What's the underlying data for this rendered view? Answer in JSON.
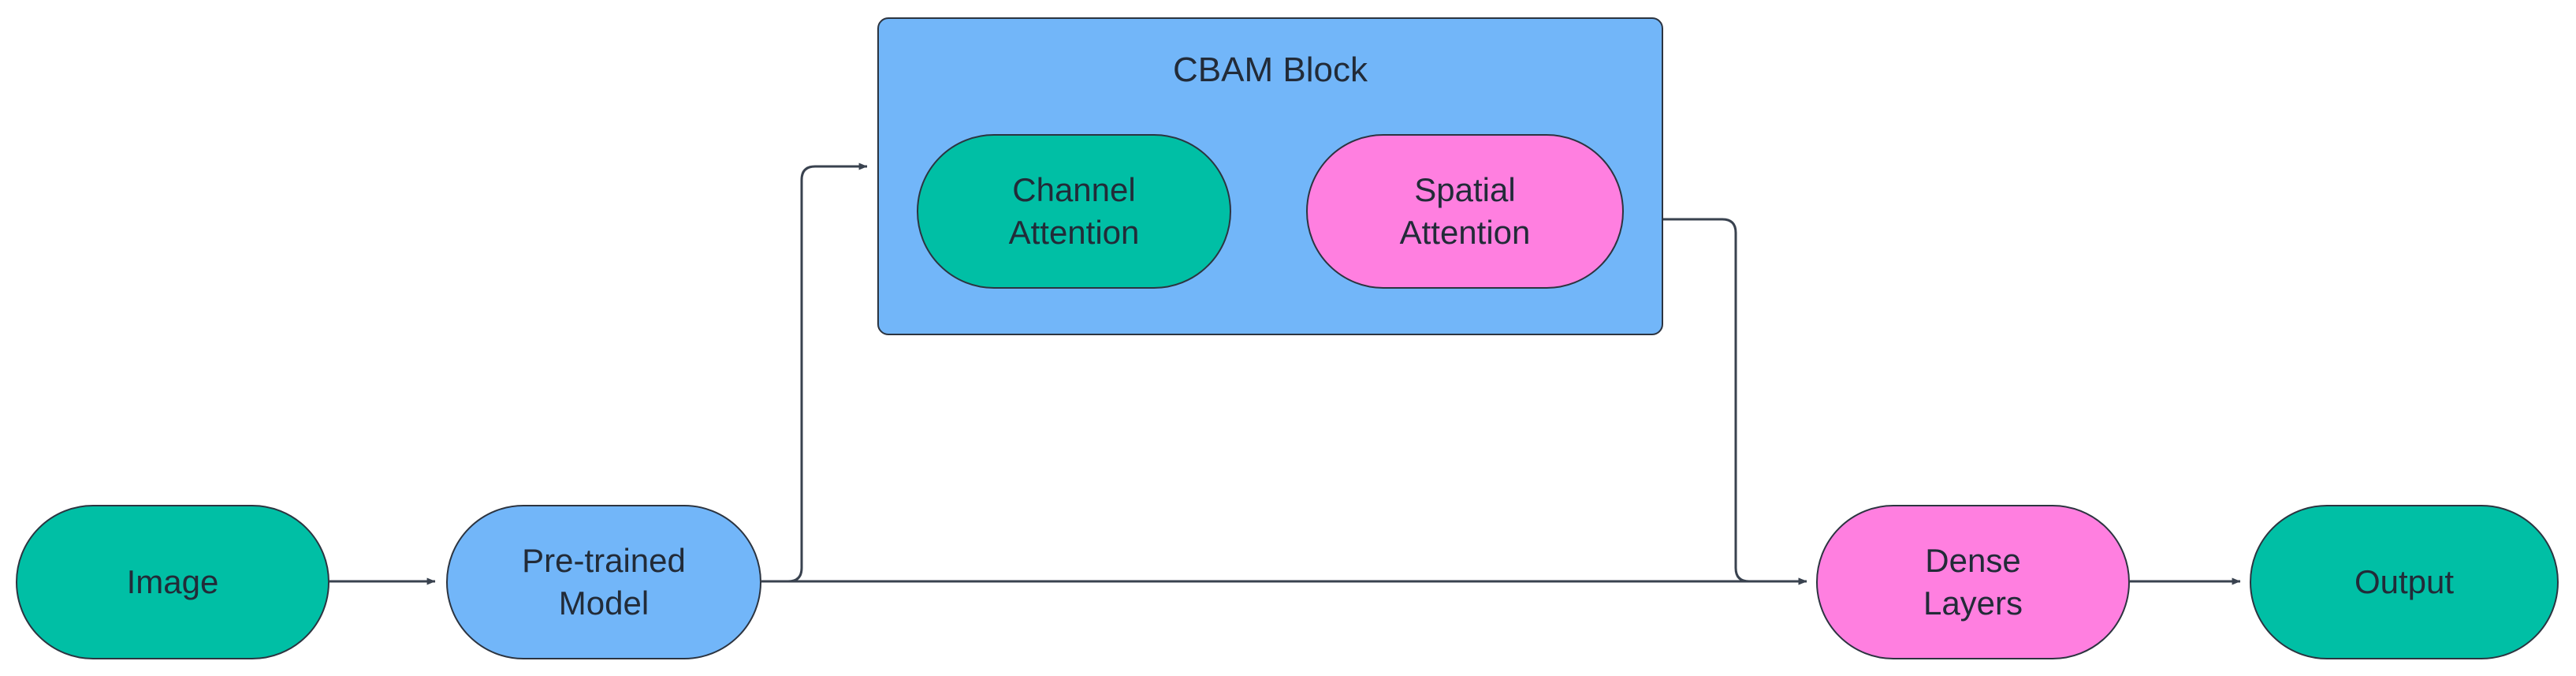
{
  "diagram": {
    "title": "CBAM attention model architecture flowchart",
    "type": "flowchart",
    "direction": "left-to-right",
    "background_color": "#ffffff",
    "stroke_color": "#2c3440",
    "text_color": "#222b38",
    "palette": {
      "teal": "#00bfa5",
      "blue": "#72b6f9",
      "pink": "#ff7fe0",
      "subgraph_blue": "#72b6f9"
    }
  },
  "subgraph": {
    "label": "CBAM Block",
    "fill": "#72b6f9",
    "stroke": "#2c3440"
  },
  "nodes": [
    {
      "id": "image",
      "label": "Image",
      "fill": "#00bfa5",
      "shape": "stadium"
    },
    {
      "id": "backbone",
      "label": "Pre-trained\nModel",
      "fill": "#72b6f9",
      "shape": "stadium"
    },
    {
      "id": "channel",
      "label": "Channel\nAttention",
      "fill": "#00bfa5",
      "shape": "stadium"
    },
    {
      "id": "spatial",
      "label": "Spatial\nAttention",
      "fill": "#ff7fe0",
      "shape": "stadium"
    },
    {
      "id": "dense",
      "label": "Dense\nLayers",
      "fill": "#ff7fe0",
      "shape": "stadium"
    },
    {
      "id": "output",
      "label": "Output",
      "fill": "#00bfa5",
      "shape": "stadium"
    }
  ],
  "edges": [
    {
      "from": "image",
      "to": "backbone",
      "arrow": true,
      "style": "straight"
    },
    {
      "from": "backbone",
      "to": "channel",
      "arrow": true,
      "style": "orthogonal-up"
    },
    {
      "from": "channel",
      "to": "spatial",
      "arrow": true,
      "style": "straight"
    },
    {
      "from": "spatial",
      "to": "dense",
      "arrow": true,
      "style": "orthogonal-down"
    },
    {
      "from": "backbone",
      "to": "dense",
      "arrow": true,
      "style": "straight-skip"
    },
    {
      "from": "dense",
      "to": "output",
      "arrow": true,
      "style": "straight"
    }
  ]
}
